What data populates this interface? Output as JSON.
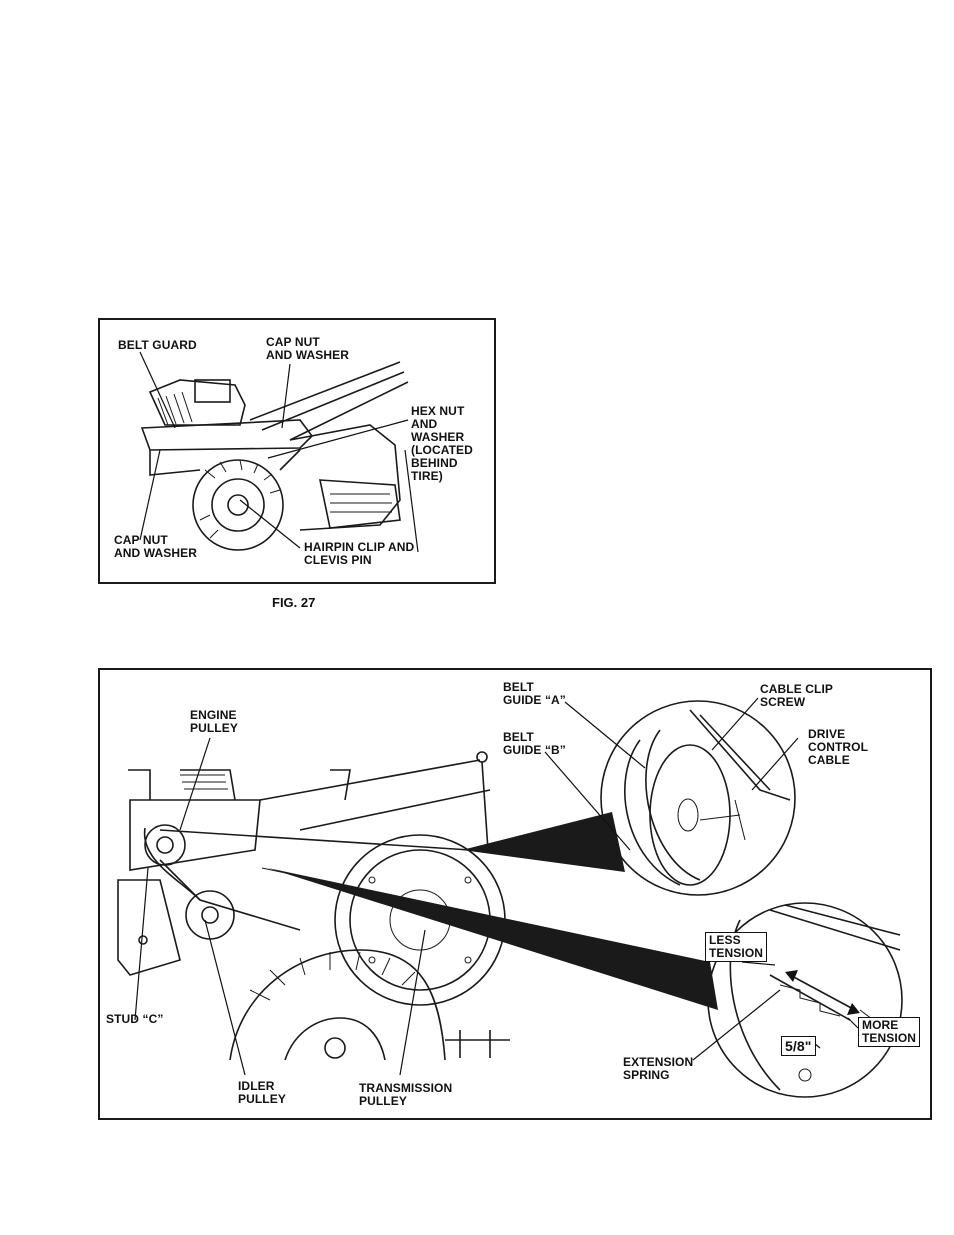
{
  "fig27": {
    "caption": "FIG. 27",
    "labels": {
      "belt_guard": "BELT GUARD",
      "cap_nut_top": "CAP NUT\nAND WASHER",
      "hex_nut": "HEX NUT\nAND\nWASHER\n(LOCATED\nBEHIND\nTIRE)",
      "cap_nut_bottom": "CAP NUT\nAND WASHER",
      "hairpin": "HAIRPIN CLIP AND\nCLEVIS PIN"
    }
  },
  "fig28": {
    "labels": {
      "engine_pulley": "ENGINE\nPULLEY",
      "belt_guide_a": "BELT\nGUIDE “A”",
      "belt_guide_b": "BELT\nGUIDE “B”",
      "cable_clip_screw": "CABLE CLIP\nSCREW",
      "drive_control_cable": "DRIVE\nCONTROL\nCABLE",
      "less_tension": "LESS\nTENSION",
      "more_tension": "MORE\nTENSION",
      "measurement": "5/8\"",
      "extension_spring": "EXTENSION\nSPRING",
      "stud_c": "STUD “C”",
      "idler_pulley": "IDLER\nPULLEY",
      "transmission_pulley": "TRANSMISSION\nPULLEY"
    }
  }
}
